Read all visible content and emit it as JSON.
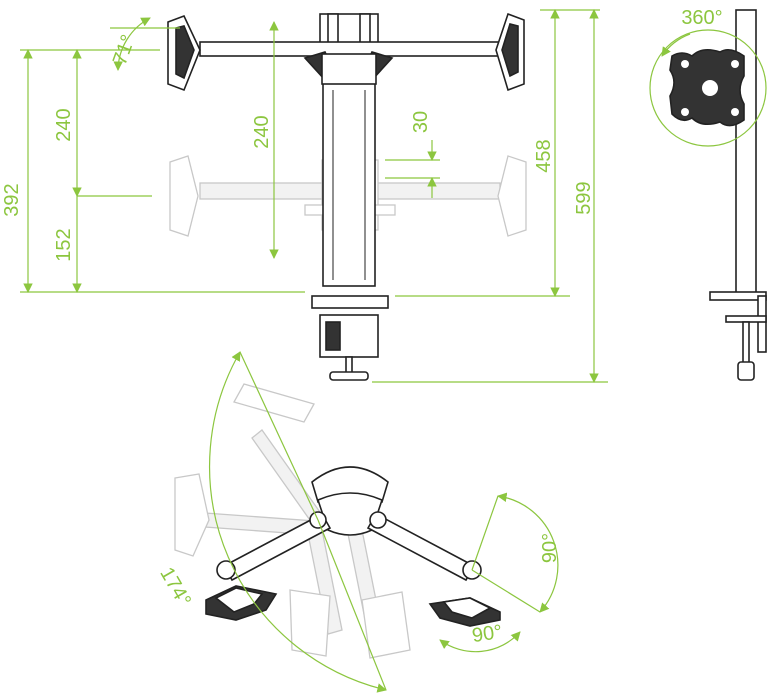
{
  "labels": {
    "dim_392": "392",
    "dim_240_left": "240",
    "dim_152": "152",
    "dim_240_center": "240",
    "dim_30": "30",
    "dim_458": "458",
    "dim_599": "599",
    "angle_71": "71°",
    "angle_360": "360°",
    "angle_174": "174°",
    "angle_90_right": "90°",
    "angle_90_bottom": "90°"
  },
  "colors": {
    "dimension": "#8cc63f",
    "outline": "#222222",
    "ghost": "#c8c8c8"
  }
}
